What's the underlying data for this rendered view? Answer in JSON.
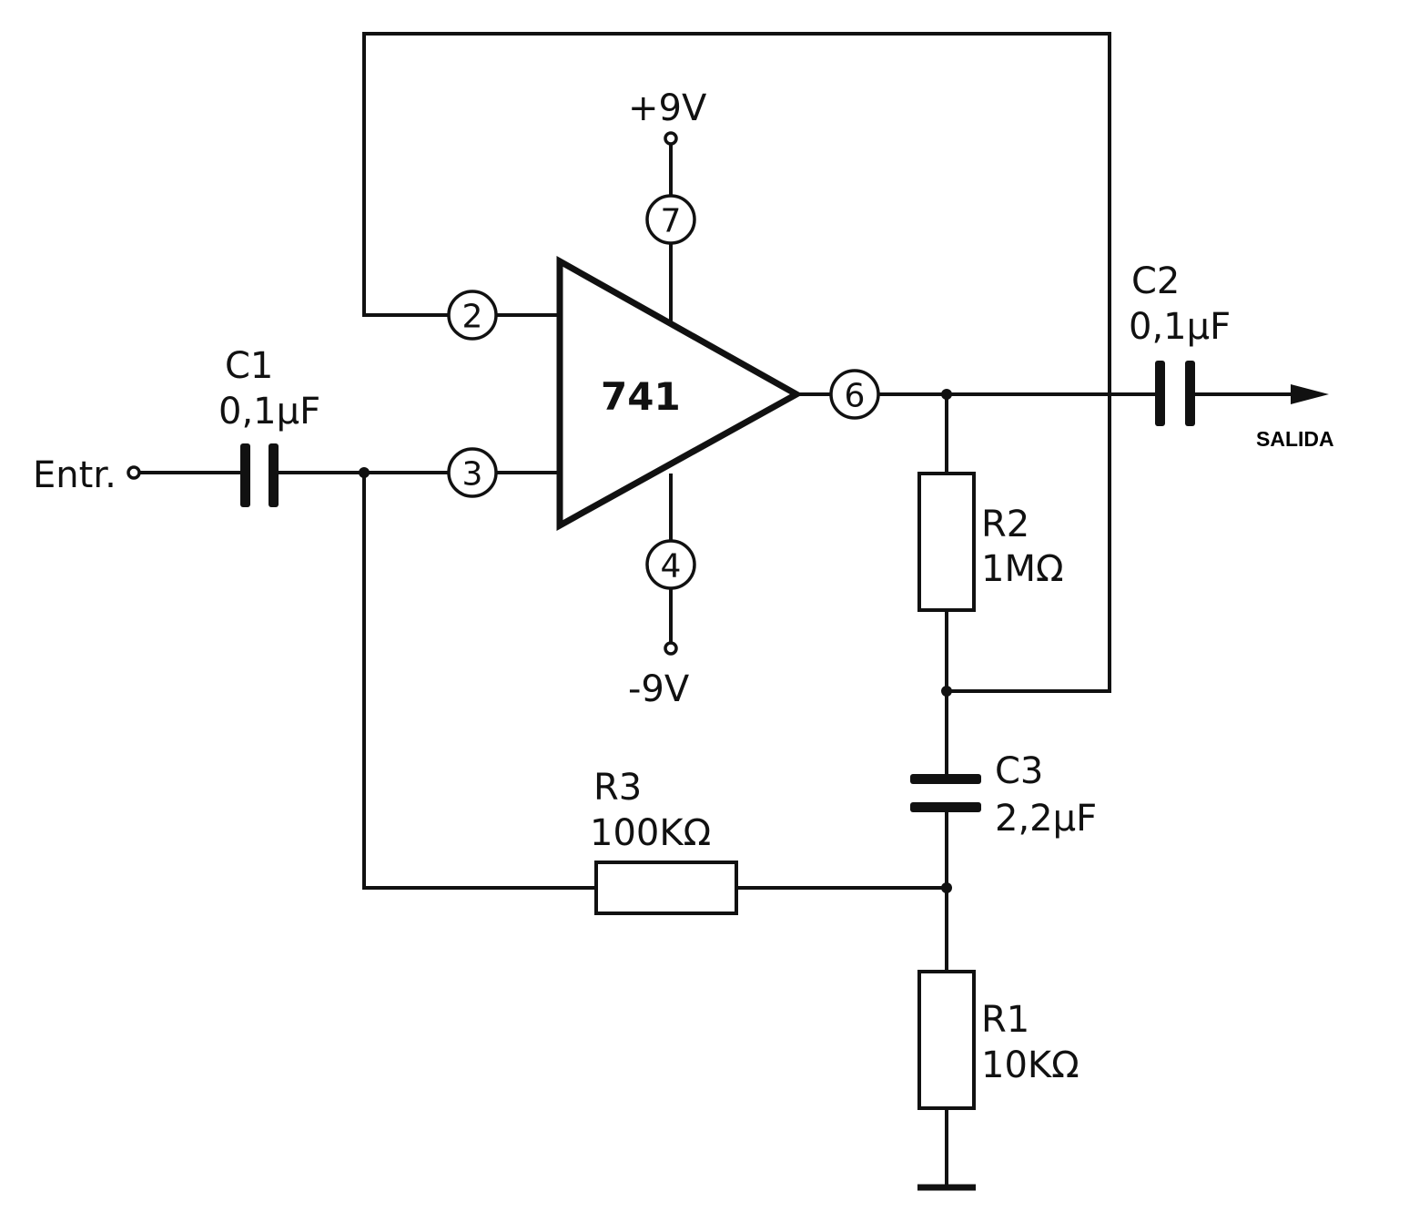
{
  "supply": {
    "positive": "+9V",
    "negative": "-9V"
  },
  "opamp": {
    "part": "741",
    "pins": {
      "inverting": "2",
      "noninverting": "3",
      "output": "6",
      "vplus": "7",
      "vminus": "4"
    }
  },
  "input": {
    "label": "Entr."
  },
  "output": {
    "label": "SALIDA"
  },
  "components": {
    "c1": {
      "ref": "C1",
      "value": "0,1µF"
    },
    "c2": {
      "ref": "C2",
      "value": "0,1µF"
    },
    "c3": {
      "ref": "C3",
      "value": "2,2µF"
    },
    "r1": {
      "ref": "R1",
      "value": "10KΩ"
    },
    "r2": {
      "ref": "R2",
      "value": "1MΩ"
    },
    "r3": {
      "ref": "R3",
      "value": "100KΩ"
    }
  }
}
